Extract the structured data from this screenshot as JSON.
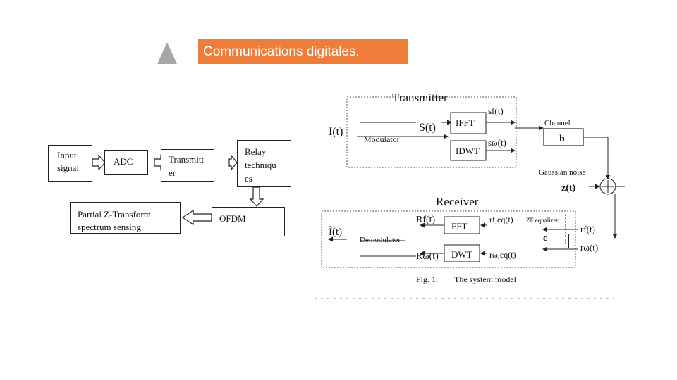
{
  "slide": {
    "title": "Communications digitales."
  },
  "left_diagram": {
    "input_signal_l1": "Input",
    "input_signal_l2": "signal",
    "adc": "ADC",
    "transmitter_l1": "Transmitt",
    "transmitter_l2": "er",
    "relay_l1": "Relay",
    "relay_l2": "techniqu",
    "relay_l3": "es",
    "partial_l1": "Partial Z-Transform",
    "partial_l2": "spectrum sensing",
    "ofdm": "OFDM"
  },
  "right_diagram": {
    "transmitter_title": "Transmitter",
    "receiver_title": "Receiver",
    "input": "I(t)",
    "modulator": "Modulator",
    "s_t": "S(t)",
    "ifft": "IFFT",
    "idwt": "IDWT",
    "sf_t": "sf(t)",
    "sw_t": "sω(t)",
    "channel": "Channel",
    "h": "h",
    "gaussian_noise": "Gaussian noise",
    "z_t": "z(t)",
    "rf_t": "rf(t)",
    "rw_t": "rω(t)",
    "zf_equalizer": "ZF equalizer",
    "c": "c",
    "fft": "FFT",
    "dwt": "DWT",
    "rf_eq": "rf,eq(t)",
    "rw_eq": "rω,eq(t)",
    "Rf_t": "Rf(t)",
    "Rw_t": "Rω(t)",
    "demodulator": "Demodulator",
    "i_hat": "Î(t)",
    "caption_fig": "Fig. 1.",
    "caption_text": "The system model"
  }
}
